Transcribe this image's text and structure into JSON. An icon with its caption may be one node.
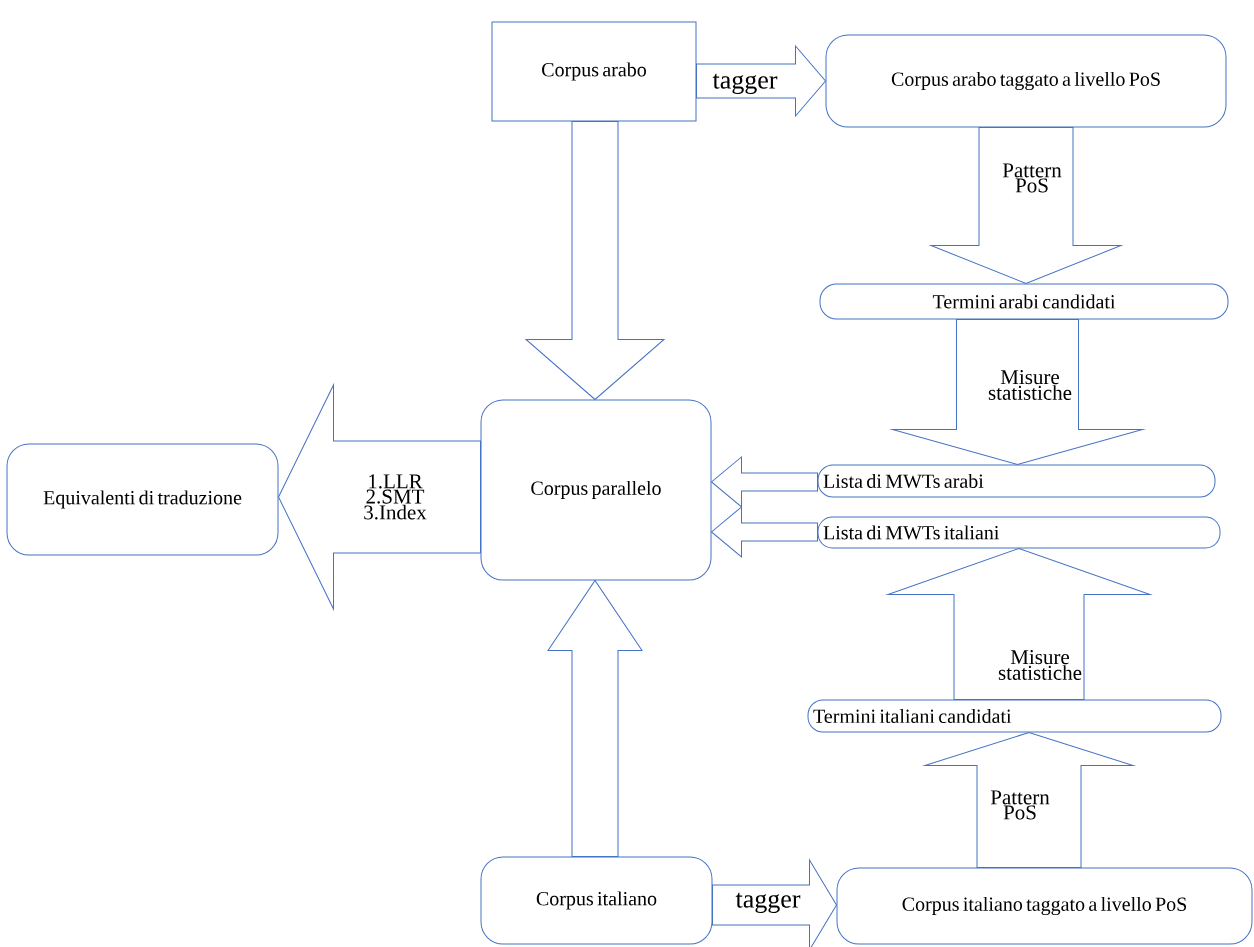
{
  "diagram": {
    "nodes": [
      {
        "text": [
          "Corpus arabo"
        ]
      },
      {
        "text": [
          "Corpus arabo taggato a livello PoS"
        ]
      },
      {
        "text": [
          "Termini arabi candidati"
        ]
      },
      {
        "text": [
          "Corpus parallelo"
        ]
      },
      {
        "text": [
          "Equivalenti di traduzione"
        ]
      },
      {
        "text": [
          "Lista di MWTs arabi"
        ]
      },
      {
        "text": [
          "Lista di MWTs italiani"
        ]
      },
      {
        "text": [
          "Termini italiani candidati"
        ]
      },
      {
        "text": [
          "Corpus italiano"
        ]
      },
      {
        "text": [
          "Corpus italiano taggato a livello PoS"
        ]
      }
    ],
    "edges": [
      {
        "from": 0,
        "to": 1,
        "arrow": "to",
        "label": "tagger"
      },
      {
        "from": 1,
        "to": 2,
        "arrow": "to",
        "label": "Pattern PoS"
      },
      {
        "from": 2,
        "to": 5,
        "arrow": "to",
        "label": "Misure statistiche"
      },
      {
        "from": 0,
        "to": 3,
        "arrow": "to"
      },
      {
        "from": 5,
        "to": 3,
        "arrow": "to"
      },
      {
        "from": 6,
        "to": 3,
        "arrow": "to"
      },
      {
        "from": 7,
        "to": 6,
        "arrow": "to",
        "label": "Misure statistiche"
      },
      {
        "from": 9,
        "to": 7,
        "arrow": "to",
        "label": "Pattern PoS"
      },
      {
        "from": 8,
        "to": 3,
        "arrow": "to"
      },
      {
        "from": 3,
        "to": 4,
        "arrow": "to",
        "label": "1.LLR 2.SMT 3.Index"
      },
      {
        "from": 8,
        "to": 9,
        "arrow": "to",
        "label": "tagger"
      }
    ]
  }
}
